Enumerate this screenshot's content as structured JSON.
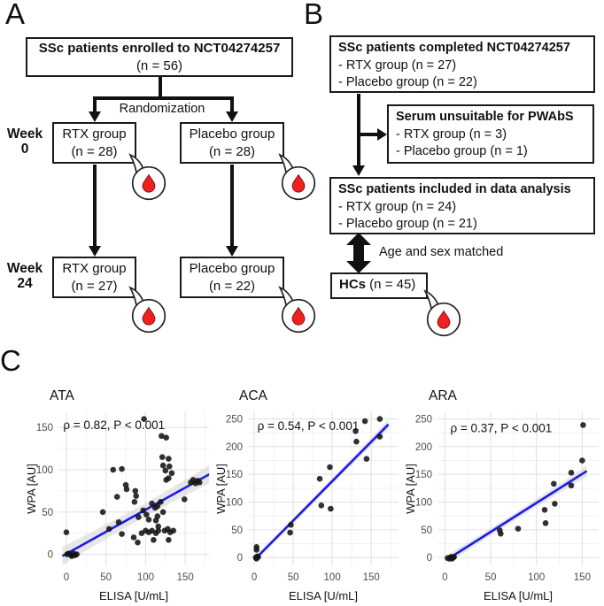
{
  "panel_a": {
    "label": "A",
    "box1_line1": "SSc patients enrolled to NCT04274257",
    "box1_line2": "(n = 56)",
    "randomization_label": "Randomization",
    "week0_word": "Week",
    "week0_num": "0",
    "week24_word": "Week",
    "week24_num": "24",
    "rtx0_line1": "RTX group",
    "rtx0_line2": "(n = 28)",
    "pbo0_line1": "Placebo group",
    "pbo0_line2": "(n = 28)",
    "rtx24_line1": "RTX group",
    "rtx24_line2": "(n = 27)",
    "pbo24_line1": "Placebo group",
    "pbo24_line2": "(n = 22)"
  },
  "panel_b": {
    "label": "B",
    "box1_title": "SSc patients completed NCT04274257",
    "box1_item1": "- RTX group (n = 27)",
    "box1_item2": "- Placebo group (n = 22)",
    "serum_title": "Serum unsuitable for PWAbS",
    "serum_item1": "- RTX group (n = 3)",
    "serum_item2": "- Placebo group (n = 1)",
    "data_title": "SSc patients included in data analysis",
    "data_item1": "- RTX group (n = 24)",
    "data_item2": "- Placebo group (n = 21)",
    "match_label": "Age and sex matched",
    "hcs_bold": "HCs",
    "hcs_rest": " (n = 45)"
  },
  "panel_c": {
    "label": "C"
  },
  "colors": {
    "trend_blue": "#1c1ce8",
    "band_gray": "#d7d7d7",
    "point_black": "#141414",
    "grid_major": "#e2e2e2",
    "grid_minor": "#f0f0f0",
    "blood_red": "#ee2020",
    "outline_black": "#1a1a1a"
  },
  "chart_data": [
    {
      "type": "scatter",
      "title": "ATA",
      "annotation": "ρ = 0.82, P < 0.001",
      "annotation_xy": [
        -4,
        148
      ],
      "xlabel": "ELISA [U/mL]",
      "ylabel": "WPA [AU]",
      "xlim": [
        -10,
        180
      ],
      "ylim": [
        -13,
        168
      ],
      "xticks": [
        0,
        50,
        100,
        150
      ],
      "yticks": [
        0,
        50,
        100,
        150
      ],
      "xminor": [
        25,
        75,
        125,
        175
      ],
      "yminor": [
        25,
        75,
        125
      ],
      "trendline": {
        "x1": -5,
        "y1": -2,
        "x2": 183,
        "y2": 96
      },
      "band": {
        "w_start": 11,
        "w_mid": 5,
        "w_end": 11
      },
      "points": [
        [
          1,
          0
        ],
        [
          3,
          1
        ],
        [
          5,
          0
        ],
        [
          7,
          -2
        ],
        [
          9,
          1
        ],
        [
          11,
          -1
        ],
        [
          13,
          0
        ],
        [
          6,
          -1
        ],
        [
          0,
          26
        ],
        [
          46,
          50
        ],
        [
          54,
          30
        ],
        [
          64,
          68
        ],
        [
          66,
          38
        ],
        [
          70,
          24
        ],
        [
          59,
          100
        ],
        [
          70,
          101
        ],
        [
          75,
          82
        ],
        [
          76,
          77
        ],
        [
          86,
          62
        ],
        [
          87,
          75
        ],
        [
          88,
          69
        ],
        [
          91,
          44
        ],
        [
          97,
          52
        ],
        [
          101,
          47
        ],
        [
          104,
          41
        ],
        [
          98,
          160
        ],
        [
          85,
          20
        ],
        [
          90,
          14
        ],
        [
          95,
          25
        ],
        [
          100,
          28
        ],
        [
          104,
          26
        ],
        [
          108,
          28
        ],
        [
          113,
          25
        ],
        [
          110,
          17
        ],
        [
          116,
          28
        ],
        [
          108,
          60
        ],
        [
          112,
          55
        ],
        [
          115,
          45
        ],
        [
          113,
          40
        ],
        [
          116,
          33
        ],
        [
          115,
          57
        ],
        [
          119,
          62
        ],
        [
          122,
          50
        ],
        [
          124,
          28
        ],
        [
          128,
          30
        ],
        [
          131,
          26
        ],
        [
          129,
          17
        ],
        [
          135,
          28
        ],
        [
          120,
          140
        ],
        [
          126,
          138
        ],
        [
          121,
          115
        ],
        [
          129,
          113
        ],
        [
          122,
          105
        ],
        [
          130,
          104
        ],
        [
          125,
          99
        ],
        [
          133,
          96
        ],
        [
          126,
          88
        ],
        [
          129,
          90
        ],
        [
          149,
          65
        ],
        [
          157,
          85
        ],
        [
          160,
          88
        ],
        [
          163,
          84
        ],
        [
          166,
          87
        ],
        [
          168,
          85
        ]
      ]
    },
    {
      "type": "scatter",
      "title": "ACA",
      "annotation": "ρ = 0.54, P < 0.001",
      "annotation_xy": [
        4,
        230
      ],
      "xlabel": "ELISA [U/mL]",
      "ylabel": "WPA [AU]",
      "xlim": [
        -8,
        185
      ],
      "ylim": [
        -14,
        262
      ],
      "xticks": [
        0,
        50,
        100,
        150
      ],
      "yticks": [
        0,
        50,
        100,
        150,
        200,
        250
      ],
      "xminor": [
        25,
        75,
        125,
        175
      ],
      "yminor": [
        25,
        75,
        125,
        175,
        225
      ],
      "trendline": {
        "x1": 1,
        "y1": -3,
        "x2": 172,
        "y2": 240
      },
      "band": {
        "w_start": 6,
        "w_mid": 3,
        "w_end": 9
      },
      "points": [
        [
          2,
          0
        ],
        [
          4,
          2
        ],
        [
          3,
          -2
        ],
        [
          5,
          1
        ],
        [
          3,
          19
        ],
        [
          3,
          14
        ],
        [
          47,
          59
        ],
        [
          46,
          45
        ],
        [
          84,
          142
        ],
        [
          97,
          163
        ],
        [
          86,
          94
        ],
        [
          98,
          88
        ],
        [
          130,
          228
        ],
        [
          131,
          209
        ],
        [
          142,
          246
        ],
        [
          144,
          178
        ],
        [
          161,
          250
        ],
        [
          161,
          218
        ]
      ]
    },
    {
      "type": "scatter",
      "title": "ARA",
      "annotation": "ρ = 0.37, P < 0.001",
      "annotation_xy": [
        6,
        226
      ],
      "xlabel": "ELISA [U/mL]",
      "ylabel": "WPA [AU]",
      "xlim": [
        -8,
        168
      ],
      "ylim": [
        -14,
        262
      ],
      "xticks": [
        0,
        50,
        100,
        150
      ],
      "yticks": [
        0,
        50,
        100,
        150,
        200,
        250
      ],
      "xminor": [
        25,
        75,
        125
      ],
      "yminor": [
        25,
        75,
        125,
        175,
        225
      ],
      "trendline": {
        "x1": 4,
        "y1": -2,
        "x2": 155,
        "y2": 156
      },
      "band": {
        "w_start": 8,
        "w_mid": 4,
        "w_end": 10
      },
      "points": [
        [
          3,
          -1
        ],
        [
          6,
          0
        ],
        [
          8,
          -2
        ],
        [
          10,
          1
        ],
        [
          5,
          -2
        ],
        [
          7,
          1
        ],
        [
          9,
          0
        ],
        [
          60,
          49
        ],
        [
          61,
          43
        ],
        [
          80,
          52
        ],
        [
          110,
          62
        ],
        [
          109,
          86
        ],
        [
          120,
          97
        ],
        [
          119,
          133
        ],
        [
          138,
          130
        ],
        [
          138,
          153
        ],
        [
          150,
          175
        ],
        [
          151,
          239
        ]
      ]
    }
  ]
}
